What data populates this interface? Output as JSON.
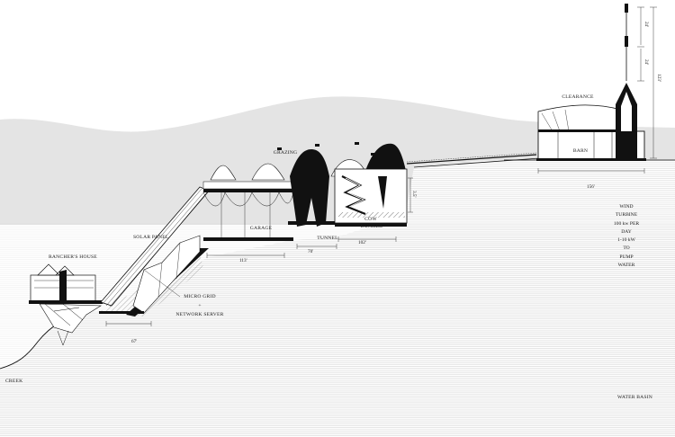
{
  "labels": {
    "clearance": "CLEARANCE",
    "barn": "BARN",
    "grazing": "GRAZING",
    "solar_panel": "SOLAR PANEL",
    "garage": "GARAGE",
    "tunnel": "TUNNEL",
    "cow_bunker_1": "COW",
    "cow_bunker_2": "BUNKER",
    "ranchers_house": "RANCHER'S HOUSE",
    "micro_grid": "MICRO GRID",
    "plus": "+",
    "network_server": "NETWORK SERVER",
    "creek": "CREEK",
    "water_basin": "WATER BASIN"
  },
  "wind_turbine_note": [
    "WIND",
    "TURBINE",
    "100 kw PER DAY",
    "1-10 kW",
    "TO",
    "PUMP",
    "WATER"
  ],
  "dimensions": {
    "house": "67'",
    "garage": "113'",
    "tunnel": "70'",
    "bunker": "102'",
    "barn": "156'",
    "bunker_height": "3.5'",
    "turbine_upper": "24'",
    "turbine_lower": "24'",
    "turbine_total": "123'"
  },
  "colors": {
    "sky_hill": "#e3e3e3",
    "water_lines": "#cfcfcf",
    "ink": "#111111"
  }
}
